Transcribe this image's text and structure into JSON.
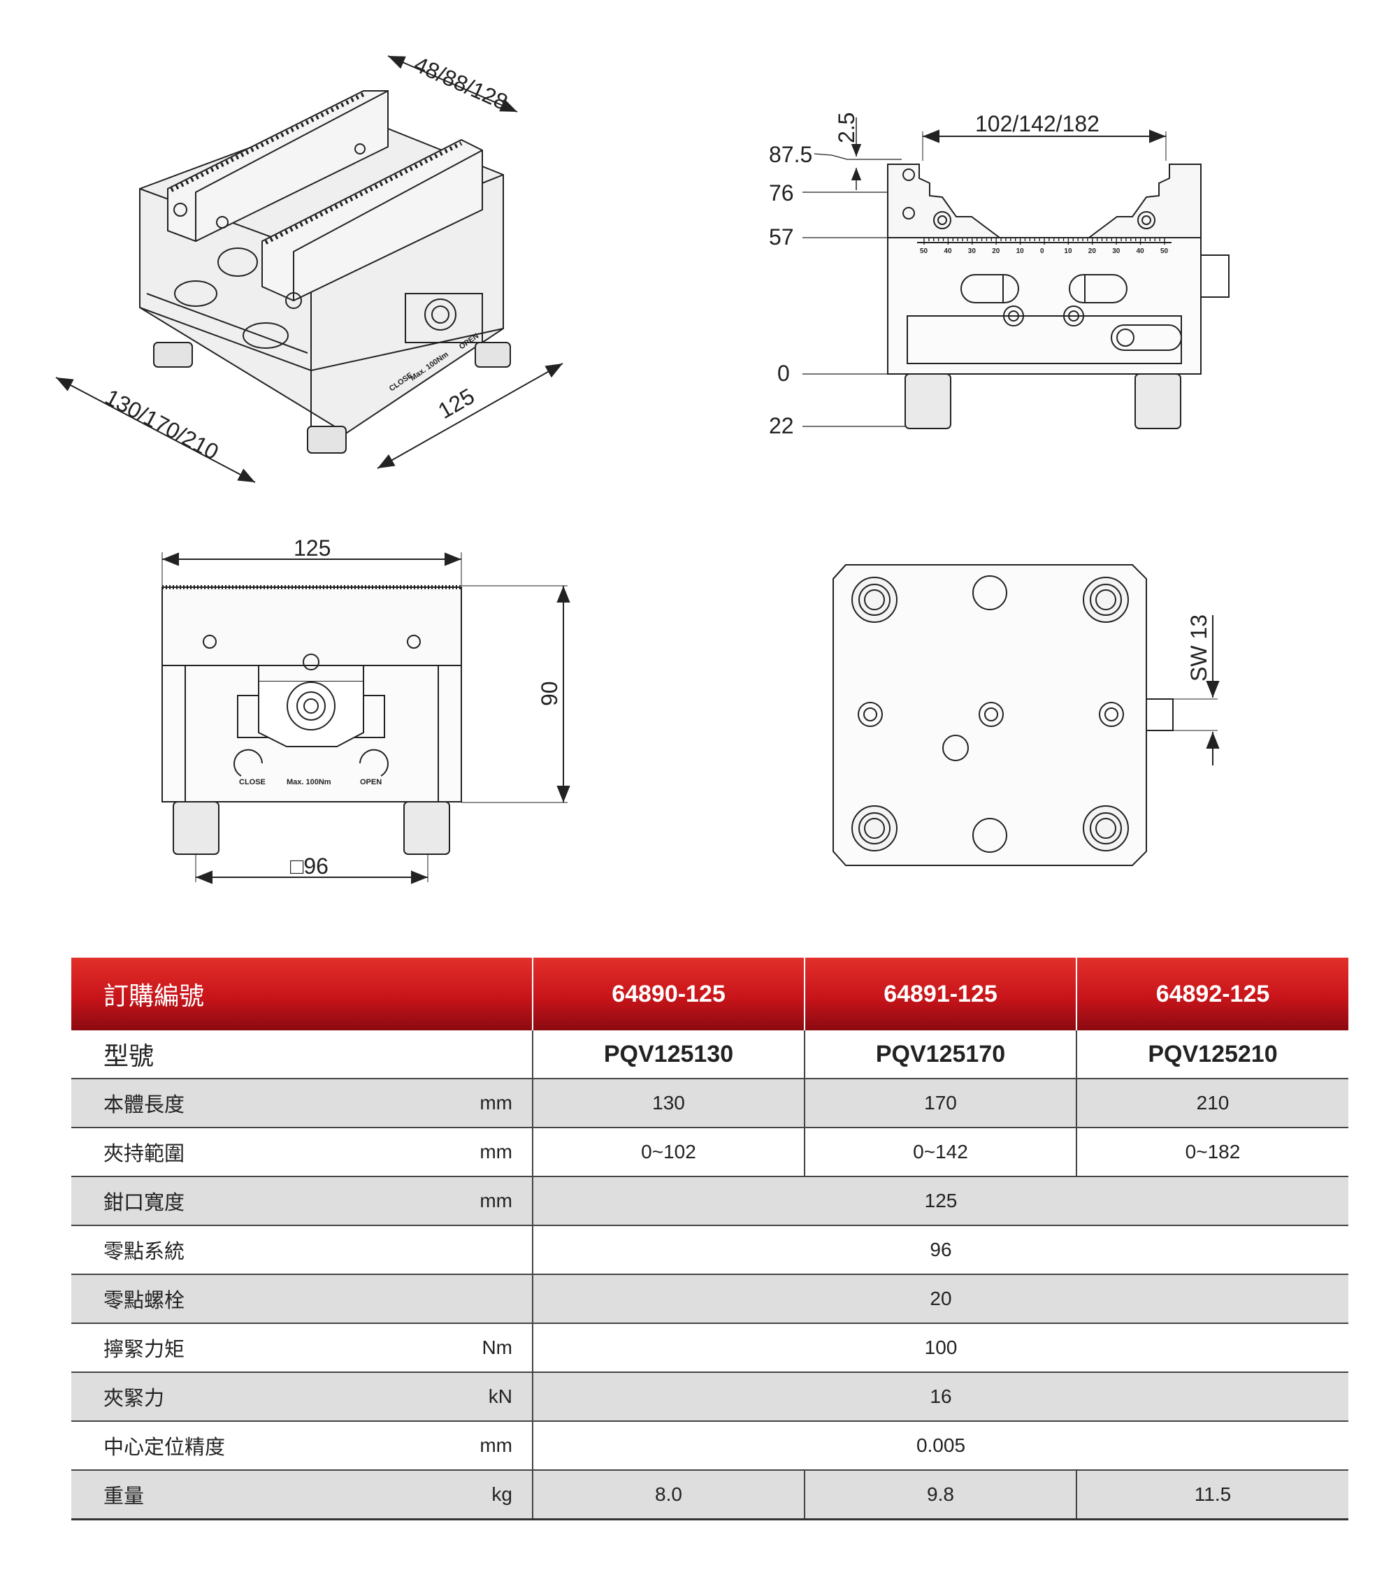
{
  "drawing_labels": {
    "iso_jaw": "48/88/128",
    "iso_length": "130/170/210",
    "iso_width": "125",
    "iso_close": "CLOSE",
    "iso_open": "OPEN",
    "iso_max": "Max. 100Nm",
    "side_span": "102/142/182",
    "side_offset": "2.5",
    "side_h1": "87.5",
    "side_h2": "76",
    "side_h3": "57",
    "side_h4": "0",
    "side_h5": "22",
    "scale_ticks": [
      "50",
      "40",
      "30",
      "20",
      "10",
      "0",
      "10",
      "20",
      "30",
      "40",
      "50"
    ],
    "front_width": "125",
    "front_height": "90",
    "front_pitch": "□96",
    "front_close": "CLOSE",
    "front_max": "Max. 100Nm",
    "front_open": "OPEN",
    "bottom_sw": "SW 13"
  },
  "table": {
    "header_label": "訂購編號",
    "order_numbers": [
      "64890-125",
      "64891-125",
      "64892-125"
    ],
    "model_label": "型號",
    "models": [
      "PQV125130",
      "PQV125170",
      "PQV125210"
    ],
    "rows": [
      {
        "label": "本體長度",
        "unit": "mm",
        "values": [
          "130",
          "170",
          "210"
        ]
      },
      {
        "label": "夾持範圍",
        "unit": "mm",
        "values": [
          "0~102",
          "0~142",
          "0~182"
        ]
      },
      {
        "label": "鉗口寬度",
        "unit": "mm",
        "value": "125"
      },
      {
        "label": "零點系統",
        "unit": "",
        "value": "96"
      },
      {
        "label": "零點螺栓",
        "unit": "",
        "value": "20"
      },
      {
        "label": "擰緊力矩",
        "unit": "Nm",
        "value": "100"
      },
      {
        "label": "夾緊力",
        "unit": "kN",
        "value": "16"
      },
      {
        "label": "中心定位精度",
        "unit": "mm",
        "value": "0.005"
      },
      {
        "label": "重量",
        "unit": "kg",
        "values": [
          "8.0",
          "9.8",
          "11.5"
        ]
      }
    ]
  }
}
